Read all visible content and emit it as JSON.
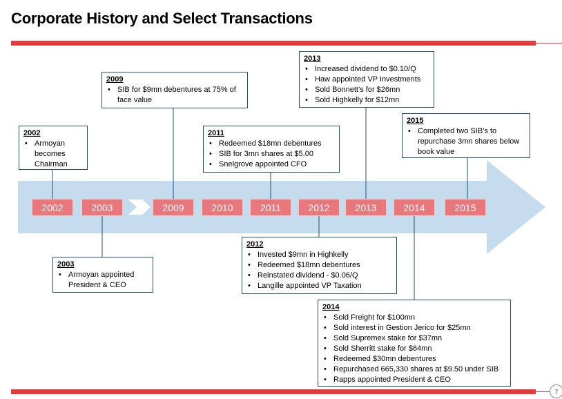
{
  "page": {
    "title": "Corporate History and Select Transactions",
    "page_number": "7"
  },
  "colors": {
    "accent_red": "#e53a39",
    "year_box": "#e8787c",
    "arrow_blue": "#c5dcef",
    "box_border": "#1f4e79"
  },
  "timeline": {
    "years": [
      "2002",
      "2003",
      "2009",
      "2010",
      "2011",
      "2012",
      "2013",
      "2014",
      "2015"
    ]
  },
  "events": [
    {
      "id": "2002",
      "heading": "2002",
      "items": [
        "Armoyan becomes Chairman"
      ]
    },
    {
      "id": "2003",
      "heading": "2003",
      "items": [
        "Armoyan appointed President & CEO"
      ]
    },
    {
      "id": "2009",
      "heading": "2009",
      "items": [
        "SIB for $9mn debentures at 75% of face value"
      ]
    },
    {
      "id": "2011",
      "heading": "2011",
      "items": [
        "Redeemed $18mn debentures",
        "SIB for 3mn shares at $5.00",
        "Snelgrove appointed CFO"
      ]
    },
    {
      "id": "2012",
      "heading": "2012",
      "items": [
        "Invested $9mn in Highkelly",
        "Redeemed $18mn debentures",
        "Reinstated dividend - $0.06/Q",
        "Langille appointed VP Taxation"
      ]
    },
    {
      "id": "2013",
      "heading": "2013",
      "items": [
        "Increased dividend to $0.10/Q",
        "Haw appointed VP Investments",
        "Sold Bonnett’s for $26mn",
        "Sold Highkelly for $12mn"
      ]
    },
    {
      "id": "2014",
      "heading": "2014",
      "items": [
        "Sold Freight for $100mn",
        "Sold interest in Gestion Jerico  for $25mn",
        "Sold Supremex stake for $37mn",
        "Sold Sherritt stake for $64mn",
        "Redeemed $30mn debentures",
        "Repurchased 665,330 shares at $9.50 under SIB",
        "Rapps appointed President & CEO"
      ]
    },
    {
      "id": "2015",
      "heading": "2015",
      "items": [
        "Completed two SIB’s to repurchase 3mn shares below book value"
      ]
    }
  ]
}
